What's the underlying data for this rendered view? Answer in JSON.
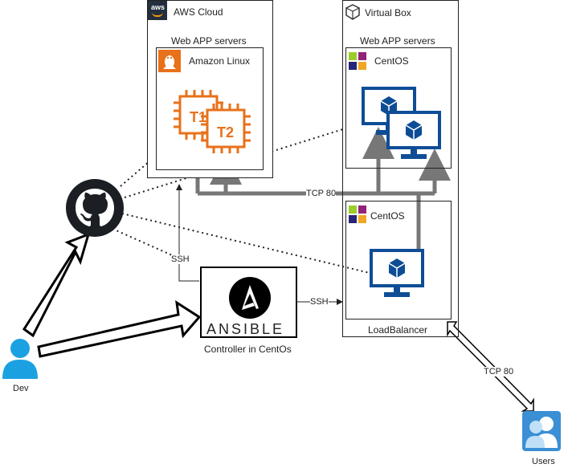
{
  "aws": {
    "title": "AWS Cloud",
    "logo_text": "aws",
    "group_label": "Web APP servers",
    "os_label": "Amazon Linux",
    "t1": "T1",
    "t2": "T2",
    "logo_icon": "aws-logo-icon",
    "os_icon": "linux-tux-icon",
    "instance_icon": "ec2-instance-icon"
  },
  "vbox": {
    "title": "Virtual Box",
    "group_label": "Web APP servers",
    "centos_top": "CentOS",
    "centos_bottom": "CentOS",
    "lb_label": "LoadBalancer",
    "logo_icon": "virtualbox-icon",
    "os_icon": "centos-icon",
    "vm_icon": "virtual-machine-monitor-icon"
  },
  "ansible": {
    "logo_letter": "A",
    "wordmark": "ANSIBLE",
    "caption": "Controller in CentOs"
  },
  "github": {
    "icon": "github-octocat-icon"
  },
  "dev": {
    "label": "Dev",
    "icon": "user-icon"
  },
  "users": {
    "label": "Users",
    "icon": "users-group-icon"
  },
  "edges": {
    "tcp80_lb": "TCP 80",
    "tcp80_users": "TCP 80",
    "ssh_aws": "SSH",
    "ssh_vbox": "SSH"
  },
  "colors": {
    "aws_orange": "#E8711A",
    "vm_blue": "#0E4D96",
    "connector_gray": "#777777",
    "user_blue": "#1BA1E2"
  }
}
